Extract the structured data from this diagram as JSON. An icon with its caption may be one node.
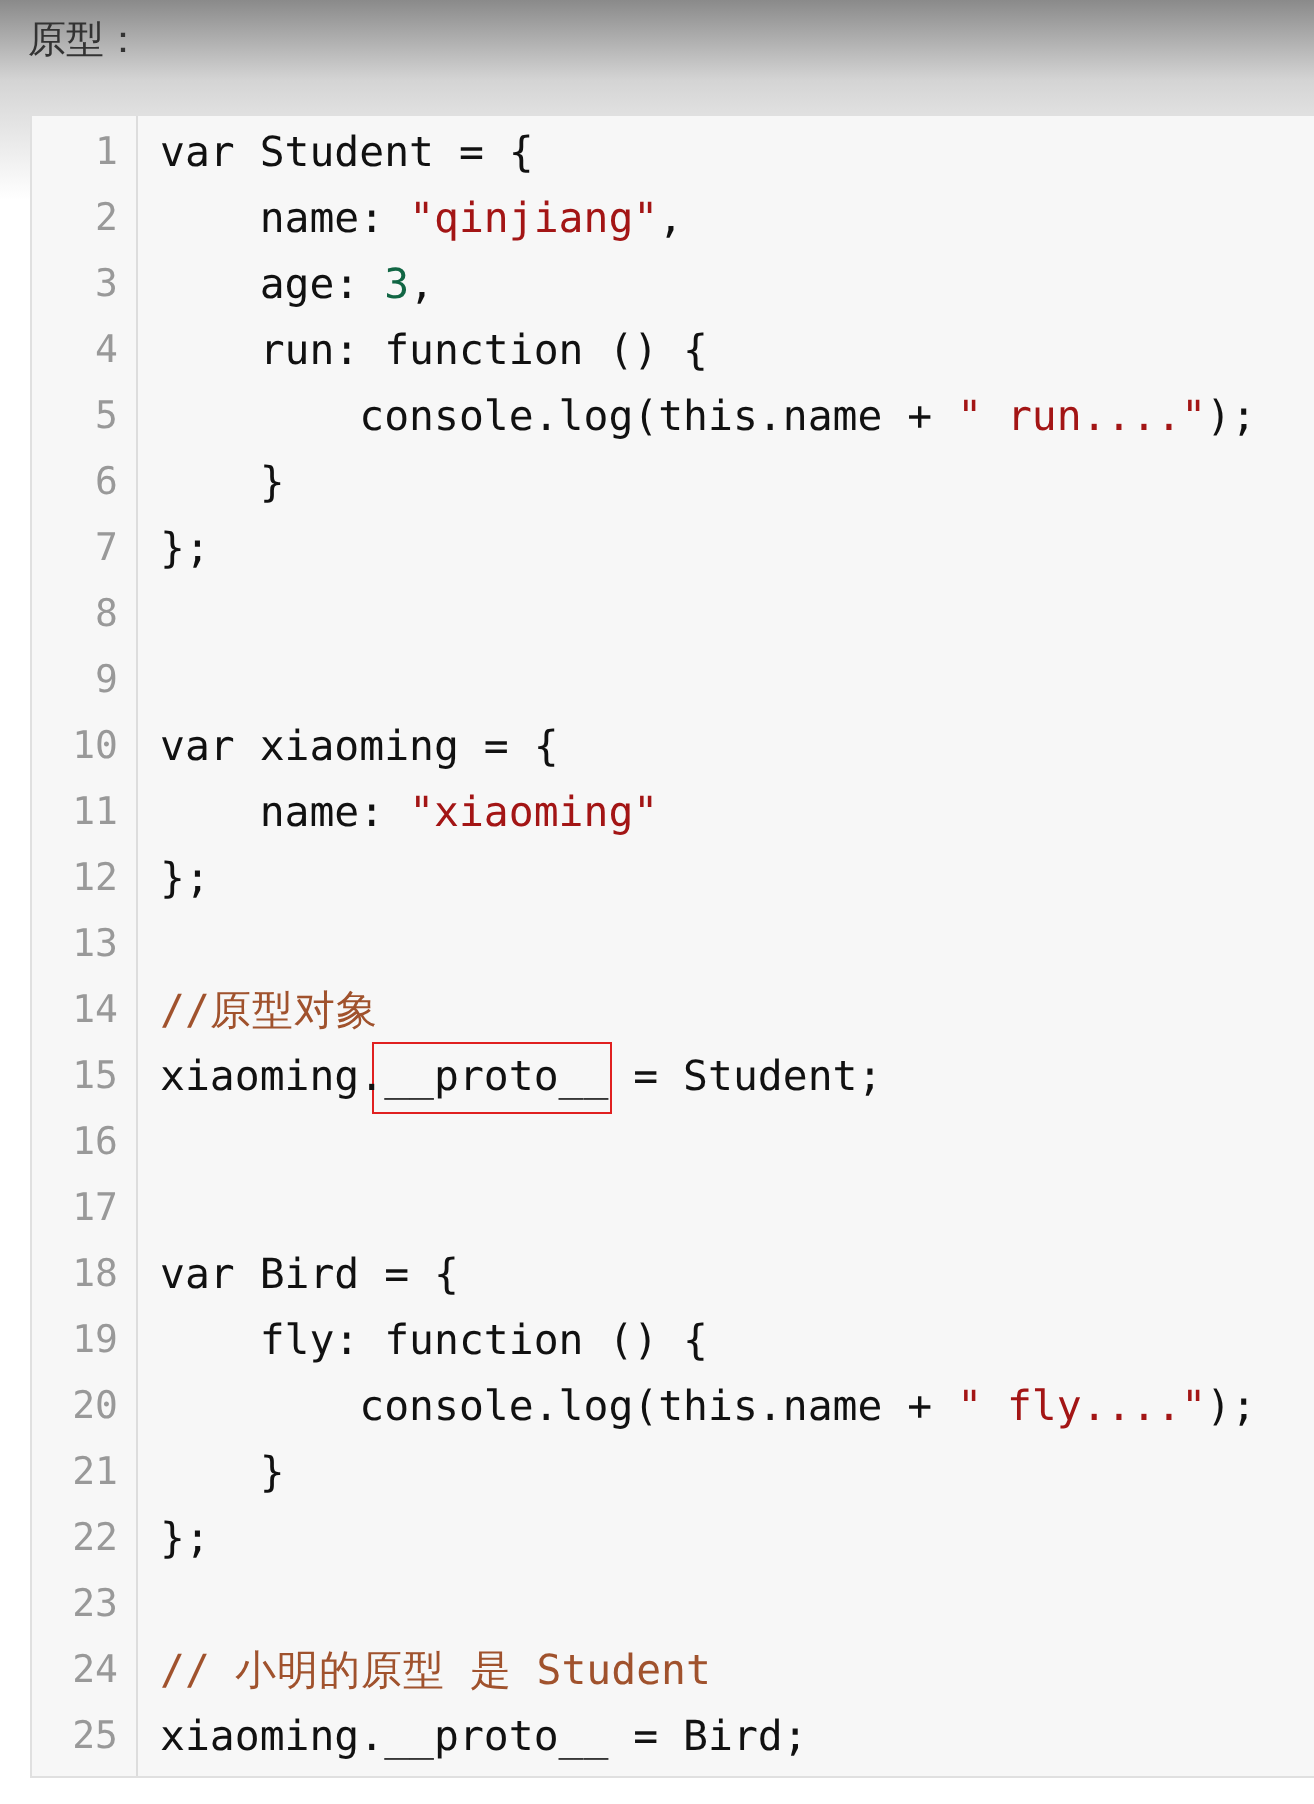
{
  "diagram": {
    "title": "原型：",
    "labels": [
      "1",
      "var Student = {",
      "2",
      "    name: \"qinjiang\",",
      "3",
      "    age: 3,",
      "4",
      "    run: function () {",
      "5",
      "        console.log(this.name + \" run....\");",
      "6",
      "    }",
      "7",
      "};",
      "8",
      "9",
      "10",
      "var xiaoming = {",
      "11",
      "    name: \"xiaoming\"",
      "12",
      "};",
      "13",
      "14",
      "//原型对象",
      "15",
      "xiaoming.__proto__ = Student;",
      "16",
      "17",
      "18",
      "var Bird = {",
      "19",
      "    fly: function () {",
      "20",
      "        console.log(this.name + \" fly....\");",
      "21",
      "    }",
      "22",
      "};",
      "23",
      "24",
      "// 小明的原型 是 Student",
      "25",
      "xiaoming.__proto__ = Bird;"
    ]
  }
}
